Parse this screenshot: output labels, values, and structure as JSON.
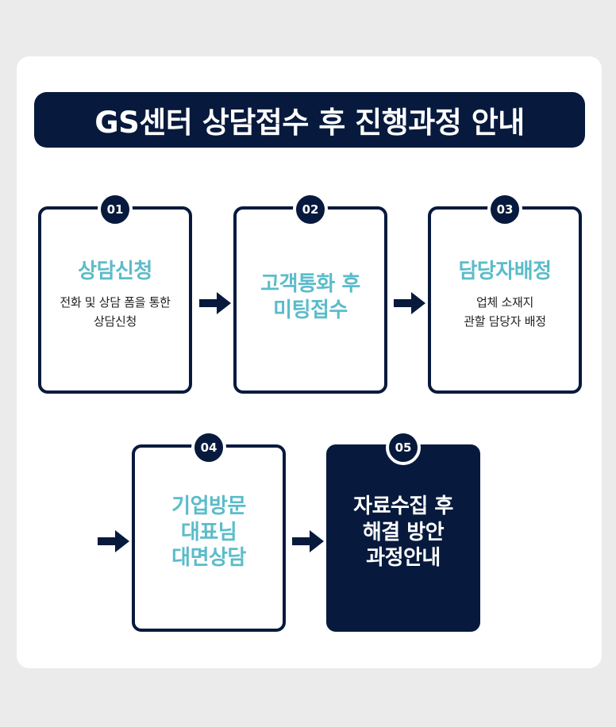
{
  "banner": {
    "title": "GS센터 상담접수 후 진행과정 안내"
  },
  "steps": [
    {
      "number": "01",
      "title": "상담신청",
      "desc_line1": "전화 및 상담 폼을 통한",
      "desc_line2": "상담신청"
    },
    {
      "number": "02",
      "title_line1": "고객통화 후",
      "title_line2": "미팅접수"
    },
    {
      "number": "03",
      "title": "담당자배정",
      "desc_line1": "업체 소재지",
      "desc_line2": "관할 담당자 배정"
    },
    {
      "number": "04",
      "title_line1": "기업방문",
      "title_line2": "대표님",
      "title_line3": "대면상담"
    },
    {
      "number": "05",
      "title_line1": "자료수집 후",
      "title_line2": "해결 방안",
      "title_line3": "과정안내"
    }
  ],
  "colors": {
    "navy": "#071a3d",
    "teal": "#5bbcc9",
    "background": "#ebebeb",
    "card": "#ffffff"
  },
  "icons": {
    "arrow": "arrow-right-icon"
  }
}
